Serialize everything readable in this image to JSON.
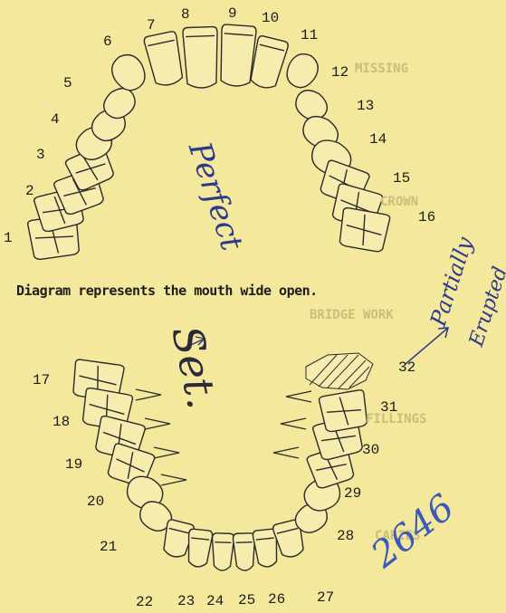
{
  "caption": "Diagram represents the mouth wide open.",
  "handwriting": {
    "perfect": "Perfect",
    "set": "Set.",
    "partially": "Partially",
    "erupted": "Erupted",
    "id": "2646"
  },
  "bleed_through": {
    "missing": "MISSING",
    "crown": "CROWN",
    "bridge": "BRIDGE WORK",
    "filling": "FILLINGS",
    "caries": "CARIES"
  },
  "tooth_numbers": {
    "upper": [
      "1",
      "2",
      "3",
      "4",
      "5",
      "6",
      "7",
      "8",
      "9",
      "10",
      "11",
      "12",
      "13",
      "14",
      "15",
      "16"
    ],
    "lower": [
      "17",
      "18",
      "19",
      "20",
      "21",
      "22",
      "23",
      "24",
      "25",
      "26",
      "27",
      "28",
      "29",
      "30",
      "31",
      "32"
    ]
  },
  "colors": {
    "paper": "#f3e89c",
    "ink": "#1c1c1c",
    "pen": "#2d3a8c"
  }
}
